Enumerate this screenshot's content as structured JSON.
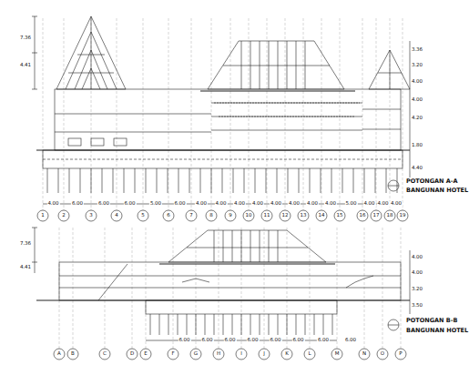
{
  "diagram": {
    "labels": [
      "7.36",
      "4.41",
      "3.36",
      "3.20",
      "4.00",
      "4.00",
      "4.20",
      "1.80",
      "4.40",
      "4.00",
      "6.00",
      "6.00",
      "6.00",
      "5.00",
      "6.00",
      "4.00",
      "4.00",
      "4.00",
      "4.00",
      "4.00",
      "4.00",
      "4.00",
      "4.00",
      "5.00",
      "4.00",
      "4.00",
      "4.00",
      "1",
      "2",
      "3",
      "4",
      "5",
      "6",
      "7",
      "8",
      "9",
      "10",
      "11",
      "12",
      "13",
      "14",
      "15",
      "16",
      "17",
      "18",
      "19",
      "POTONGAN A-A",
      "BANGUNAN HOTEL",
      "7.36",
      "4.41",
      "4.00",
      "4.00",
      "3.20",
      "3.50",
      "6.00",
      "6.00",
      "6.00",
      "6.00",
      "6.00",
      "6.00",
      "6.00",
      "6.00",
      "A",
      "B",
      "C",
      "D",
      "E",
      "F",
      "G",
      "H",
      "I",
      "J",
      "K",
      "L",
      "M",
      "N",
      "O",
      "P",
      "POTONGAN B-B",
      "BANGUNAN HOTEL"
    ]
  }
}
